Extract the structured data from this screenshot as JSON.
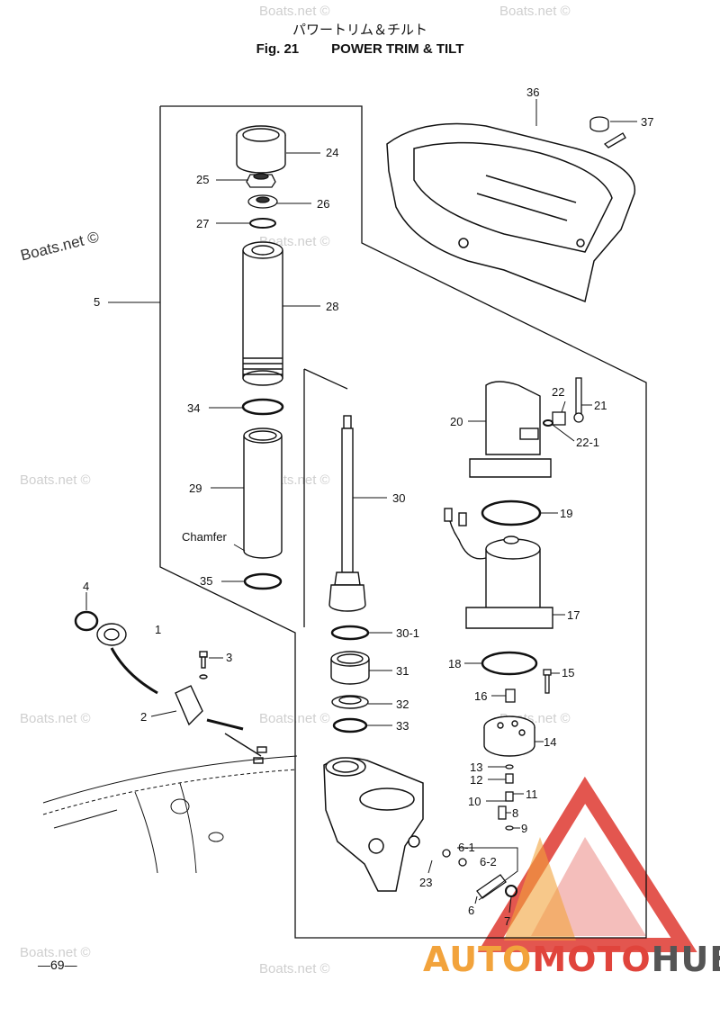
{
  "header": {
    "title_jp": "パワートリム＆チルト",
    "fig_label": "Fig. 21",
    "title_en": "POWER TRIM & TILT"
  },
  "watermarks": [
    "Boats.net ©"
  ],
  "page_number": "—69—",
  "callouts": {
    "c24": "24",
    "c25": "25",
    "c26": "26",
    "c27": "27",
    "c5": "5",
    "c28": "28",
    "c34": "34",
    "c29": "29",
    "chamfer": "Chamfer",
    "c35": "35",
    "c30": "30",
    "c30_1": "30-1",
    "c31": "31",
    "c32": "32",
    "c33": "33",
    "c36": "36",
    "c37": "37",
    "c22": "22",
    "c21": "21",
    "c20": "20",
    "c22_1": "22-1",
    "c19": "19",
    "c17": "17",
    "c18": "18",
    "c15": "15",
    "c16": "16",
    "c14": "14",
    "c13": "13",
    "c12": "12",
    "c11": "11",
    "c10": "10",
    "c8": "8",
    "c9": "9",
    "c6_1": "6-1",
    "c6_2": "6-2",
    "c23": "23",
    "c6": "6",
    "c7": "7",
    "c4": "4",
    "c1": "1",
    "c3": "3",
    "c2": "2"
  },
  "logo": {
    "part1": "AUTO",
    "part2": "MOTO",
    "part3": "HUB",
    "color_orange": "#f2a33c",
    "color_red": "#e0443c",
    "color_gray": "#555555"
  }
}
